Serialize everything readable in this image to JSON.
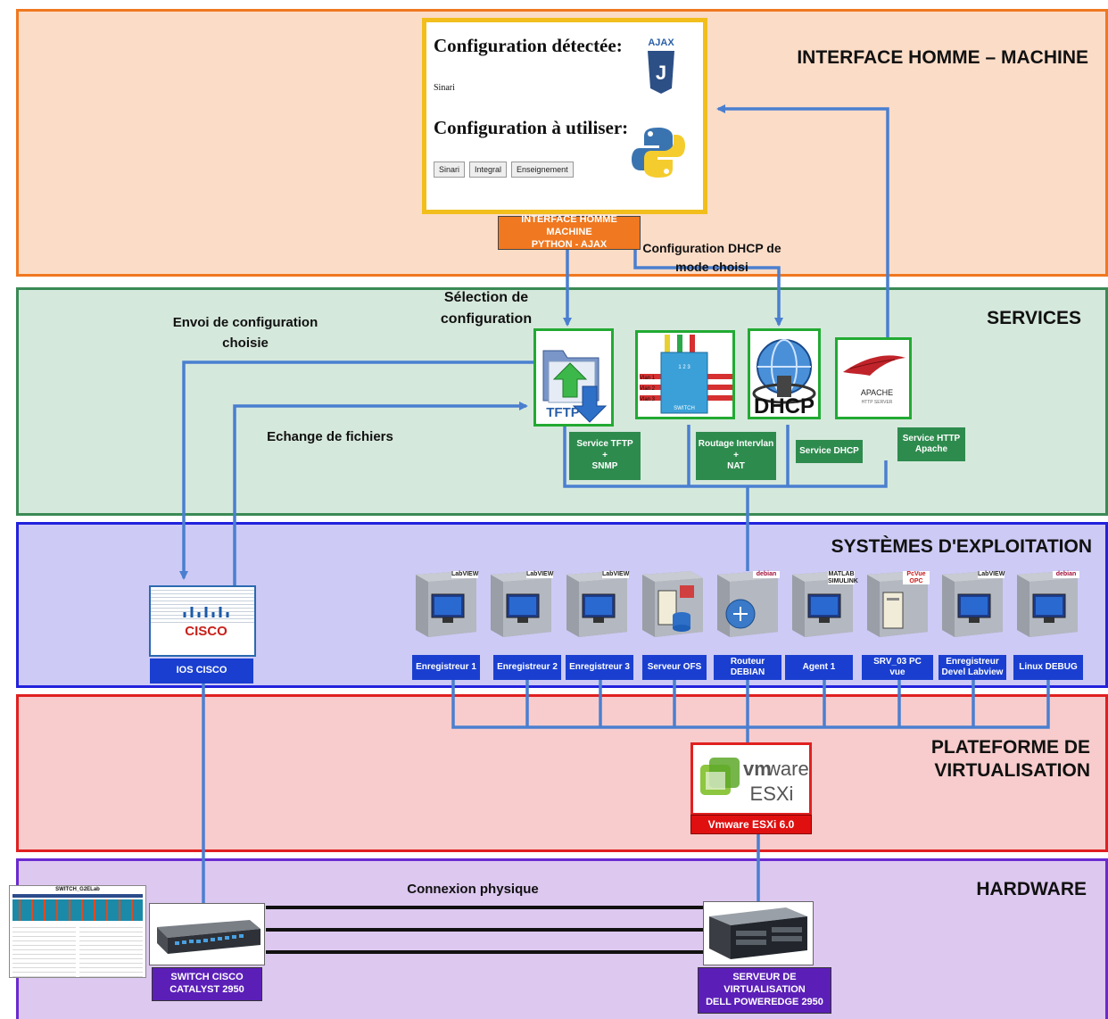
{
  "layers": {
    "ihm": "INTERFACE HOMME – MACHINE",
    "services": "SERVICES",
    "os": "SYSTÈMES D'EXPLOITATION",
    "virt": "PLATEFORME DE\nVIRTUALISATION",
    "hardware": "HARDWARE"
  },
  "ihm_screen": {
    "detected_title": "Configuration détectée:",
    "detected_value": "Sinari",
    "use_title": "Configuration à utiliser:",
    "buttons": [
      "Sinari",
      "Integral",
      "Enseignement"
    ],
    "ajax_logo_text": "AJAX"
  },
  "ihm_label": "INTERFACE HOMME MACHINE\nPYTHON - AJAX",
  "captions": {
    "dhcp_config": "Configuration DHCP de\nmode choisi",
    "selection": "Sélection de\nconfiguration",
    "envoi": "Envoi de configuration\nchoisie",
    "echange": "Echange de fichiers",
    "connexion": "Connexion physique"
  },
  "services": {
    "tftp_icon_text": "TFTP",
    "switch_icon_text": "SWITCH",
    "switch_vlans": [
      "Vlan 1",
      "Vlan 2",
      "Vlan 3"
    ],
    "dhcp_icon_text": "DHCP",
    "apache_icon_text": "APACHE",
    "apache_icon_sub": "HTTP SERVER",
    "labels": {
      "tftp": "Service TFTP\n+\nSNMP",
      "routage": "Routage Intervlan\n+\nNAT",
      "dhcp": "Service DHCP",
      "http": "Service HTTP\nApache"
    }
  },
  "os": {
    "ios_label": "IOS CISCO",
    "cisco_logo": "CISCO",
    "items": [
      {
        "label": "Enregistreur 1",
        "badge": "LabVIEW"
      },
      {
        "label": "Enregistreur 2",
        "badge": "LabVIEW"
      },
      {
        "label": "Enregistreur 3",
        "badge": "LabVIEW"
      },
      {
        "label": "Serveur OFS",
        "badge": ""
      },
      {
        "label": "Routeur\nDEBIAN",
        "badge": "debian"
      },
      {
        "label": "Agent 1",
        "badge": "MATLAB\nSIMULINK"
      },
      {
        "label": "SRV_03 PC\nvue",
        "badge": "PcVue\nOPC"
      },
      {
        "label": "Enregistreur\nDevel Labview",
        "badge": "LabVIEW"
      },
      {
        "label": "Linux DEBUG",
        "badge": "debian"
      }
    ]
  },
  "virt": {
    "logo_vm": "vm",
    "logo_ware": "ware",
    "logo_esxi": "ESXi",
    "label": "Vmware ESXi 6.0"
  },
  "hardware": {
    "switch_label": "SWITCH CISCO\nCATALYST 2950",
    "server_label": "SERVEUR DE\nVIRTUALISATION\nDELL POWEREDGE 2950",
    "doc_title": "SWITCH_G2ELab"
  },
  "colors": {
    "ihm_bg": "#fbdcc7",
    "ihm_border": "#f07820",
    "services_bg": "#d5e8dc",
    "services_border": "#3a8a55",
    "os_bg": "#cdcaf5",
    "os_border": "#2222dd",
    "virt_bg": "#f8cccc",
    "virt_border": "#e02020",
    "hw_bg": "#ddc8f0",
    "hw_border": "#6a2ad0",
    "connector": "#4a7fd0"
  }
}
